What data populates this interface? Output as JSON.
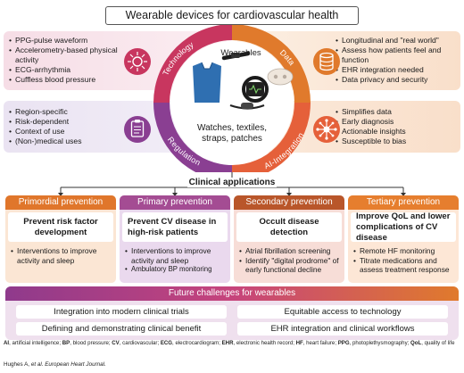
{
  "title": "Wearable devices for cardiovascular health",
  "technology": {
    "label": "Technology",
    "items": [
      "PPG-pulse waveform",
      "Accelerometry-based physical activity",
      "ECG-arrhythmia",
      "Cuffless blood pressure"
    ]
  },
  "data_panel": {
    "label": "Data",
    "items": [
      "Longitudinal and \"real world\"",
      "Assess how patients feel and function",
      "EHR integration needed",
      "Data privacy and security"
    ]
  },
  "regulation": {
    "label": "Regulation",
    "items": [
      "Region-specific",
      "Risk-dependent",
      "Context of use",
      "(Non-)medical uses"
    ]
  },
  "ai_integration": {
    "label": "AI-Integration",
    "items": [
      "Simplifies data",
      "Early diagnosis",
      "Actionable insights",
      "Susceptible to bias"
    ]
  },
  "center": {
    "wearables_label": "Wearables",
    "caption": "Watches, textiles, straps, patches"
  },
  "clinical_label": "Clinical applications",
  "columns": [
    {
      "head": "Primordial prevention",
      "box": "Prevent risk factor development",
      "items": [
        "Interventions to improve activity and sleep"
      ]
    },
    {
      "head": "Primary prevention",
      "box": "Prevent CV disease in high-risk patients",
      "items": [
        "Interventions to improve activity and sleep",
        "Ambulatory BP monitoring"
      ]
    },
    {
      "head": "Secondary prevention",
      "box": "Occult disease detection",
      "items": [
        "Atrial fibrillation screening",
        "Identify \"digital prodrome\" of early functional decline"
      ]
    },
    {
      "head": "Tertiary prevention",
      "box": "Improve QoL and lower complications of CV disease",
      "items": [
        "Remote HF monitoring",
        "Titrate medications and assess treatment response"
      ]
    }
  ],
  "future": {
    "head": "Future challenges for wearables",
    "items": [
      "Integration into modern clinical trials",
      "Equitable access to technology",
      "Defining and demonstrating clinical benefit",
      "EHR integration and clinical workflows"
    ]
  },
  "abbreviations": [
    {
      "abbr": "AI",
      "text": "artificial intelligence"
    },
    {
      "abbr": "BP",
      "text": "blood pressure"
    },
    {
      "abbr": "CV",
      "text": "cardiovascular"
    },
    {
      "abbr": "ECG",
      "text": "electrocardiogram"
    },
    {
      "abbr": "EHR",
      "text": "electronic health record"
    },
    {
      "abbr": "HF",
      "text": "heart failure"
    },
    {
      "abbr": "PPG",
      "text": "photoplethysmography"
    },
    {
      "abbr": "QoL",
      "text": "quality of life"
    }
  ],
  "citation": {
    "authors": "Hughes A,",
    "etal": "et al.",
    "journal": "European Heart Journal."
  },
  "colors": {
    "technology": "#c8365f",
    "data": "#e07a2c",
    "regulation": "#8a3f92",
    "ai_integration": "#e5603a",
    "primordial": "#e0762b",
    "primary": "#a44c93",
    "secondary": "#b9562a",
    "tertiary": "#e67e2e"
  }
}
